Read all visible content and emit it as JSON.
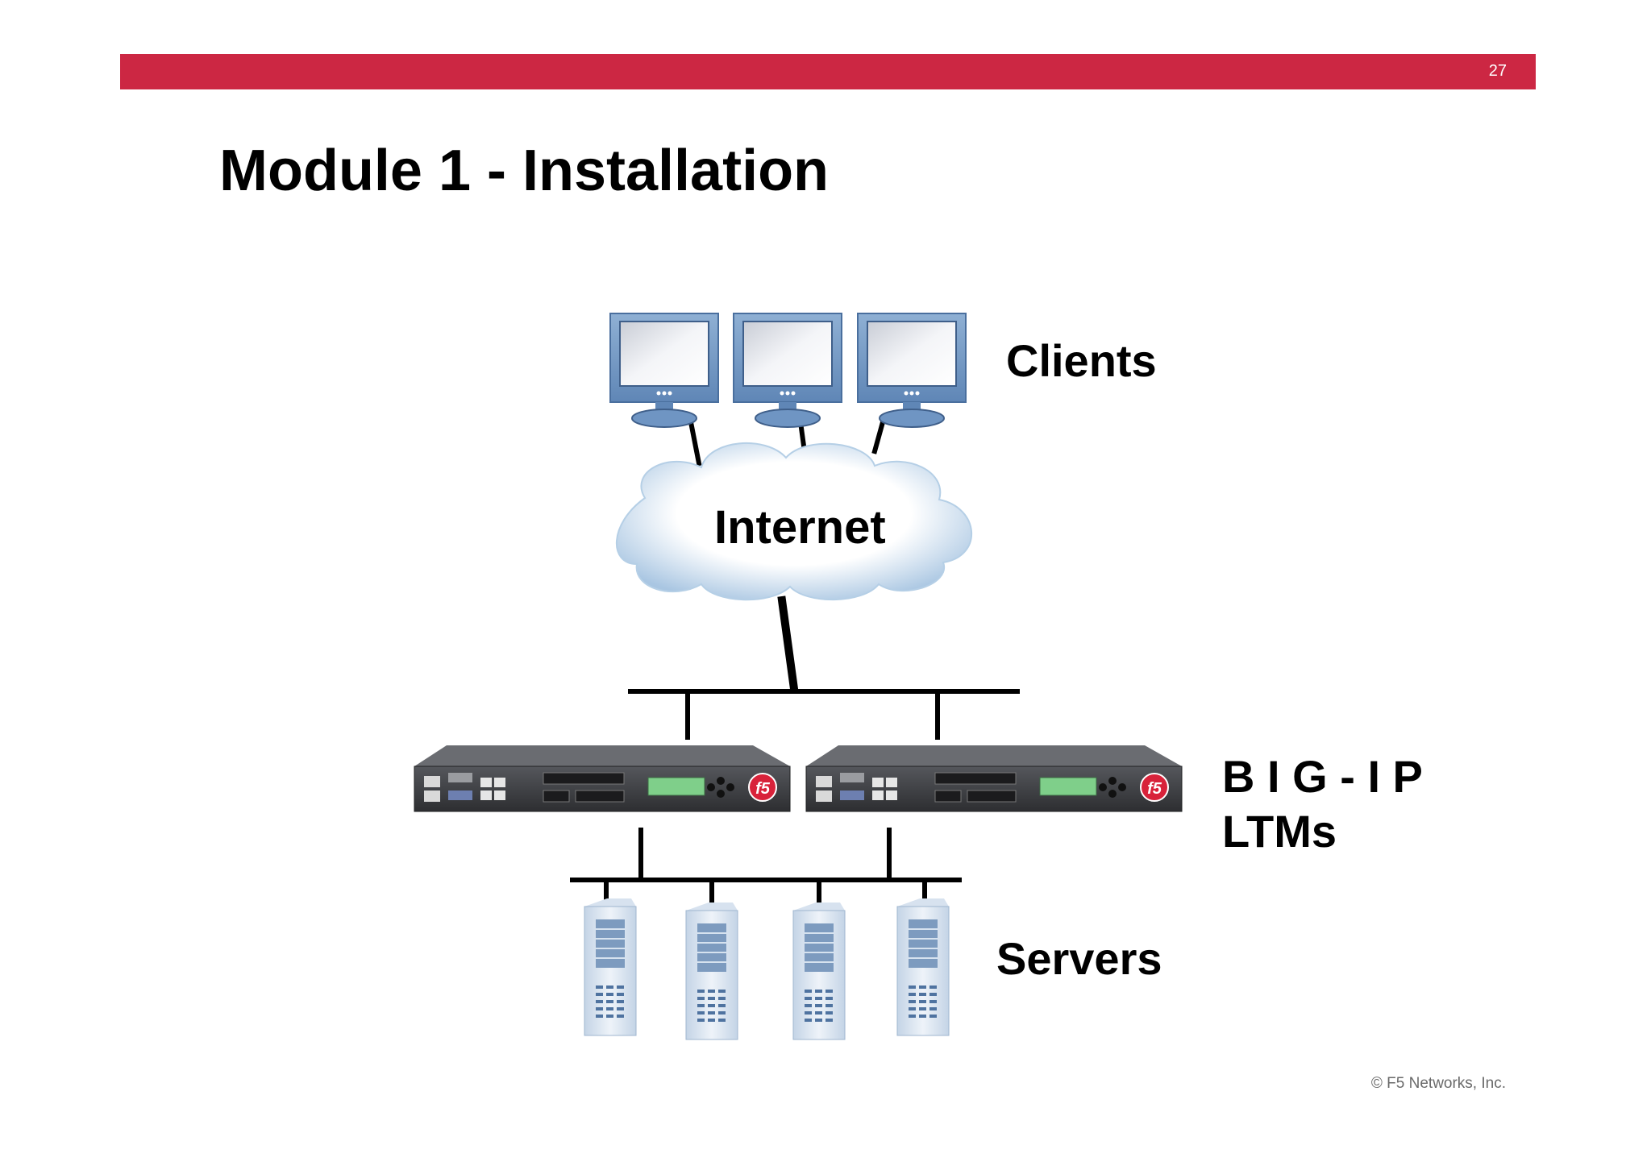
{
  "slide": {
    "page_number": "27",
    "title": "Module 1 - Installation",
    "copyright": "© F5 Networks, Inc.",
    "accent_color": "#cc2743"
  },
  "diagram": {
    "labels": {
      "clients": "Clients",
      "internet": "Internet",
      "bigip_line1": "B I G - I P",
      "bigip_line2": "LTMs",
      "servers": "Servers"
    },
    "nodes": [
      {
        "id": "client-1",
        "kind": "monitor-icon"
      },
      {
        "id": "client-2",
        "kind": "monitor-icon"
      },
      {
        "id": "client-3",
        "kind": "monitor-icon"
      },
      {
        "id": "internet",
        "kind": "cloud-icon"
      },
      {
        "id": "ltm-1",
        "kind": "appliance-icon"
      },
      {
        "id": "ltm-2",
        "kind": "appliance-icon"
      },
      {
        "id": "server-1",
        "kind": "server-tower-icon"
      },
      {
        "id": "server-2",
        "kind": "server-tower-icon"
      },
      {
        "id": "server-3",
        "kind": "server-tower-icon"
      },
      {
        "id": "server-4",
        "kind": "server-tower-icon"
      }
    ],
    "edges": [
      {
        "from": "client-1",
        "to": "internet"
      },
      {
        "from": "client-2",
        "to": "internet"
      },
      {
        "from": "client-3",
        "to": "internet"
      },
      {
        "from": "internet",
        "to": "ltm-1"
      },
      {
        "from": "internet",
        "to": "ltm-2"
      },
      {
        "from": "ltm-1",
        "to": "server-1"
      },
      {
        "from": "ltm-1",
        "to": "server-2"
      },
      {
        "from": "ltm-2",
        "to": "server-3"
      },
      {
        "from": "ltm-2",
        "to": "server-4"
      }
    ]
  }
}
